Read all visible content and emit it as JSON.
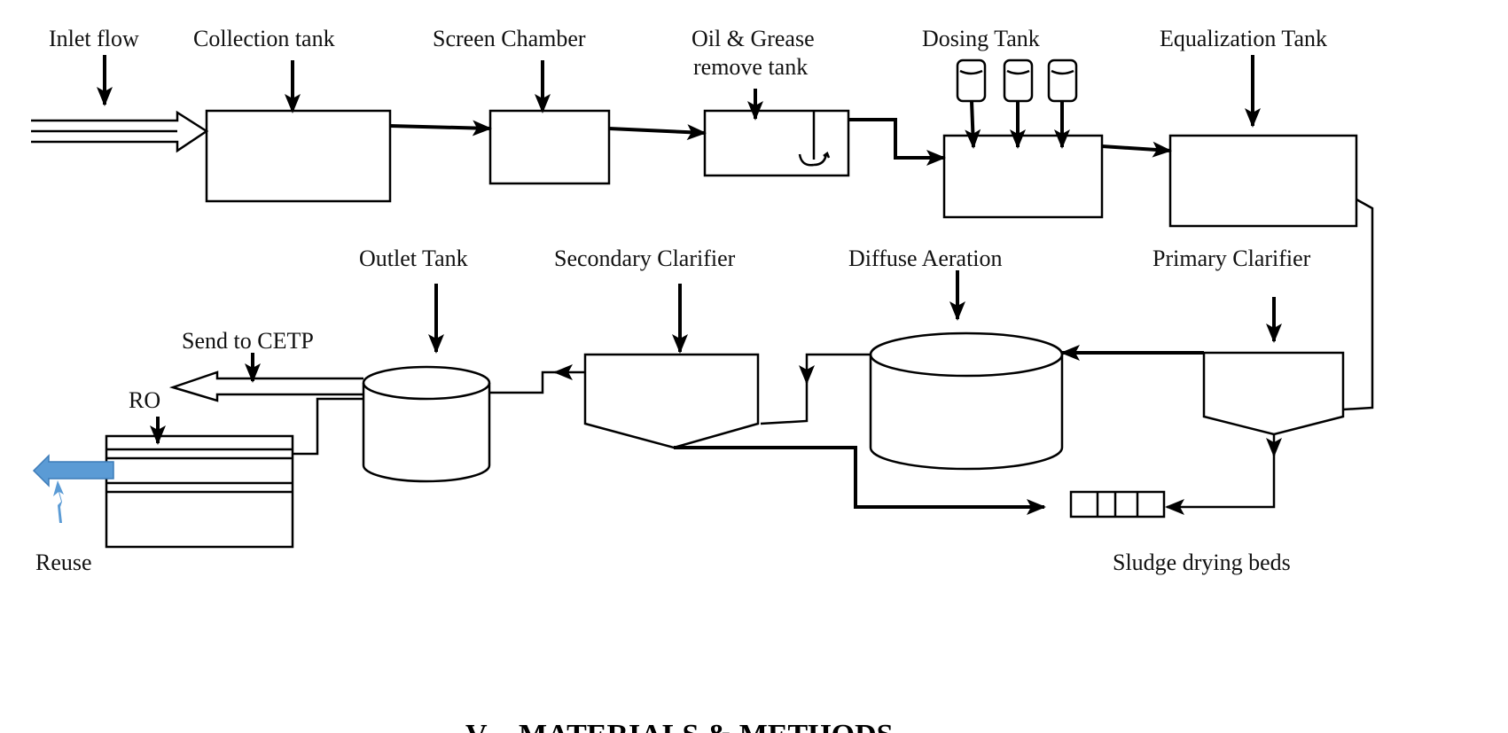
{
  "labels": {
    "inlet_flow": "Inlet flow",
    "collection_tank": "Collection tank",
    "screen_chamber": "Screen Chamber",
    "oil_grease_1": "Oil & Grease",
    "oil_grease_2": "remove tank",
    "dosing_tank": "Dosing Tank",
    "equalization_tank": "Equalization Tank",
    "outlet_tank": "Outlet Tank",
    "secondary_clarifier": "Secondary Clarifier",
    "diffuse_aeration": "Diffuse Aeration",
    "primary_clarifier": "Primary Clarifier",
    "send_to_cetp": "Send to CETP",
    "ro": "RO",
    "reuse": "Reuse",
    "sludge_drying_beds": "Sludge drying beds"
  },
  "section_heading": {
    "number": "V.",
    "title": "MATERIALS & METHODS"
  },
  "colors": {
    "reuse_arrow": "#5b9bd5",
    "line": "#000000"
  }
}
